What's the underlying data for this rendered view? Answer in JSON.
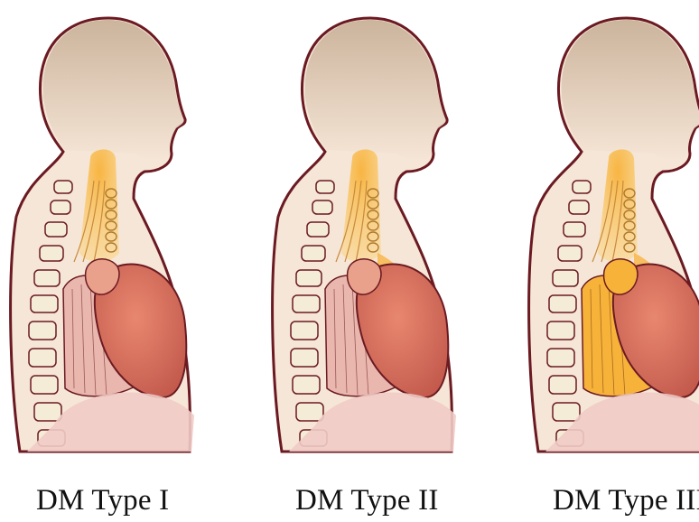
{
  "figure": {
    "panels": [
      {
        "label": "DM Type I",
        "highlight": "throat-pharynx"
      },
      {
        "label": "DM Type II",
        "highlight": "throat-pharynx-and-esophagus"
      },
      {
        "label": "DM Type III",
        "highlight": "throat-esophagus-and-diaphragm-muscles"
      }
    ]
  },
  "colors": {
    "outline": "#6b1a22",
    "skin": "#f6e6d7",
    "head": "#cdb7a0",
    "bone": "#f4ecd6",
    "heart": "#d8735e",
    "muscle": "#e9b7ae",
    "highlight": "#f7b23a",
    "abdomen": "#f1cbc6"
  }
}
